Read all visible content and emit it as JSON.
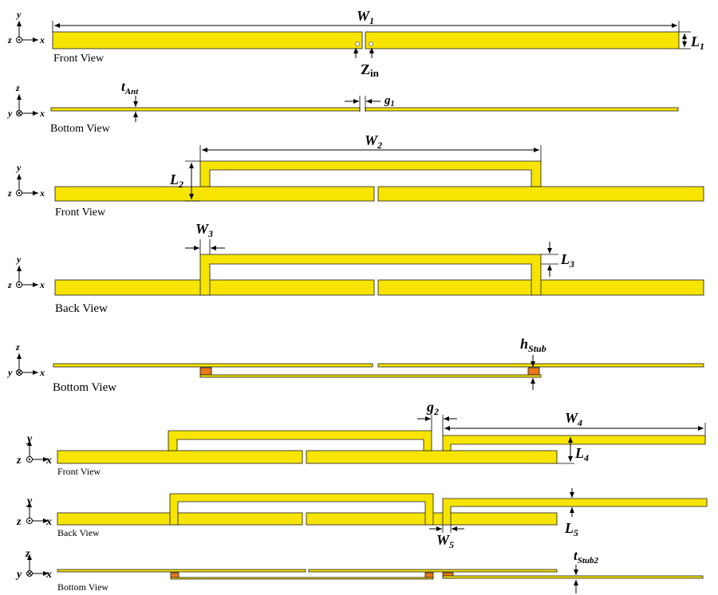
{
  "colors": {
    "metal": "#f7e400",
    "metal_edge": "#1a1a1a",
    "stub": "#e87818",
    "line": "#000000",
    "background": "#ffffff"
  },
  "panels": [
    {
      "caption": "Front View",
      "axis": {
        "vertical": "y",
        "horizontal": "x",
        "out_of_plane": "z",
        "symbol": "dot"
      },
      "labels": {
        "w1": "W",
        "w1_sub": "1",
        "l1": "L",
        "l1_sub": "1",
        "zin": "Z",
        "zin_sub": "in"
      }
    },
    {
      "caption": "Bottom View",
      "axis": {
        "vertical": "z",
        "horizontal": "x",
        "out_of_plane": "y",
        "symbol": "cross"
      },
      "labels": {
        "t": "t",
        "t_sub": "Ant",
        "g1": "g",
        "g1_sub": "1"
      }
    },
    {
      "caption": "Front View",
      "axis": {
        "vertical": "y",
        "horizontal": "x",
        "out_of_plane": "z",
        "symbol": "dot"
      },
      "labels": {
        "w2": "W",
        "w2_sub": "2",
        "l2": "L",
        "l2_sub": "2"
      }
    },
    {
      "caption": "Back View",
      "axis": {
        "vertical": "y",
        "horizontal": "x",
        "out_of_plane": "z",
        "symbol": "dot"
      },
      "labels": {
        "w3": "W",
        "w3_sub": "3",
        "l3": "L",
        "l3_sub": "3"
      }
    },
    {
      "caption": "Bottom View",
      "axis": {
        "vertical": "z",
        "horizontal": "x",
        "out_of_plane": "y",
        "symbol": "cross"
      },
      "labels": {
        "h": "h",
        "h_sub": "Stub"
      }
    },
    {
      "caption": "Front View",
      "axis": {
        "vertical": "y",
        "horizontal": "x",
        "out_of_plane": "z",
        "symbol": "dot"
      },
      "labels": {
        "g2": "g",
        "g2_sub": "2",
        "w4": "W",
        "w4_sub": "4",
        "l4": "L",
        "l4_sub": "4"
      }
    },
    {
      "caption": "Back View",
      "axis": {
        "vertical": "y",
        "horizontal": "x",
        "out_of_plane": "z",
        "symbol": "dot"
      },
      "labels": {
        "l5": "L",
        "l5_sub": "5",
        "w5": "W",
        "w5_sub": "5"
      }
    },
    {
      "caption": "Bottom View",
      "axis": {
        "vertical": "z",
        "horizontal": "x",
        "out_of_plane": "y",
        "symbol": "cross"
      },
      "labels": {
        "t2": "t",
        "t2_sub": "Stub2"
      }
    }
  ]
}
